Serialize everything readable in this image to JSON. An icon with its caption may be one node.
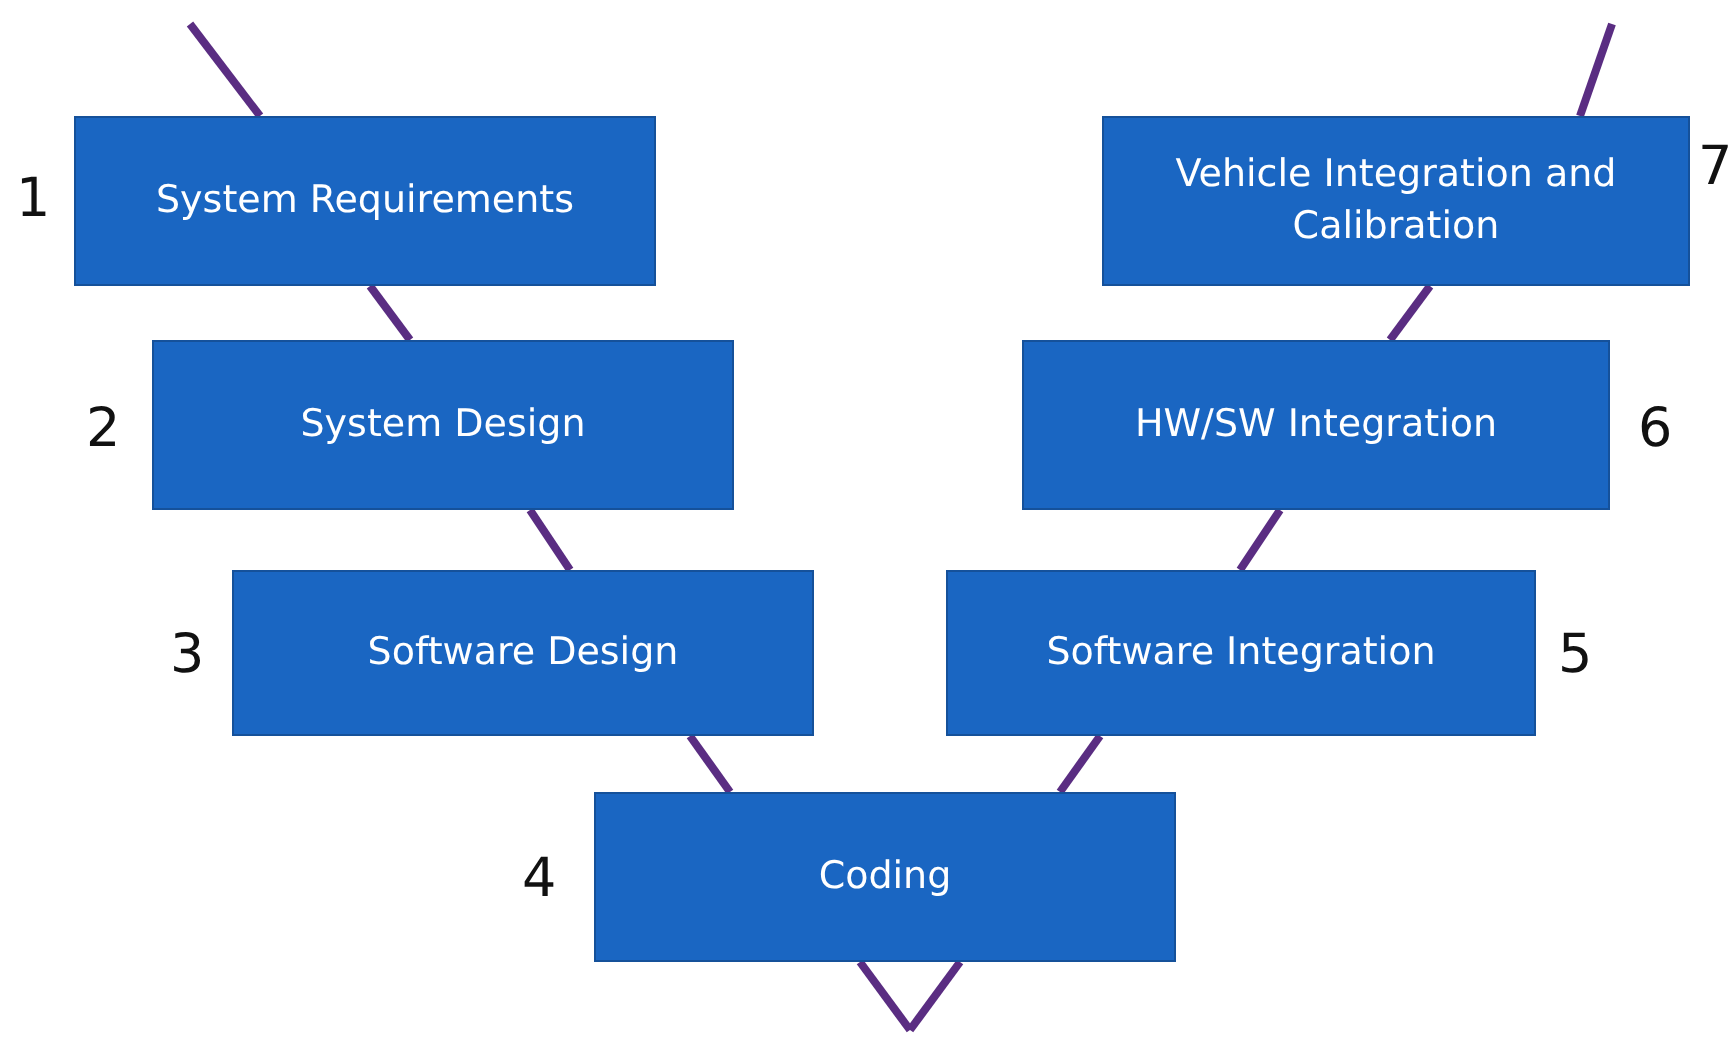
{
  "diagram": {
    "nodes": [
      {
        "text": [
          "System Requirements"
        ],
        "beside": [
          "1"
        ]
      },
      {
        "text": [
          "System Design"
        ],
        "beside": [
          "2"
        ]
      },
      {
        "text": [
          "Software Design"
        ],
        "beside": [
          "3"
        ]
      },
      {
        "text": [
          "Coding"
        ],
        "beside": [
          "4"
        ]
      },
      {
        "text": [
          "Software Integration"
        ],
        "beside": [
          "5"
        ]
      },
      {
        "text": [
          "HW/SW Integration"
        ],
        "beside": [
          "6"
        ]
      },
      {
        "text": [
          "Vehicle Integration and Calibration"
        ],
        "beside": [
          "7"
        ]
      }
    ],
    "edges": [
      {
        "from": null,
        "to": 0,
        "arrow": "none"
      },
      {
        "from": 0,
        "to": 1,
        "arrow": "none"
      },
      {
        "from": 1,
        "to": 2,
        "arrow": "none"
      },
      {
        "from": 2,
        "to": 3,
        "arrow": "none"
      },
      {
        "from": 3,
        "to": 4,
        "arrow": "none"
      },
      {
        "from": 4,
        "to": 5,
        "arrow": "none"
      },
      {
        "from": 5,
        "to": 6,
        "arrow": "none"
      },
      {
        "from": 6,
        "to": null,
        "arrow": "none"
      },
      {
        "from": 3,
        "to": null,
        "arrow": "none"
      },
      {
        "from": null,
        "to": 3,
        "arrow": "none"
      }
    ]
  }
}
